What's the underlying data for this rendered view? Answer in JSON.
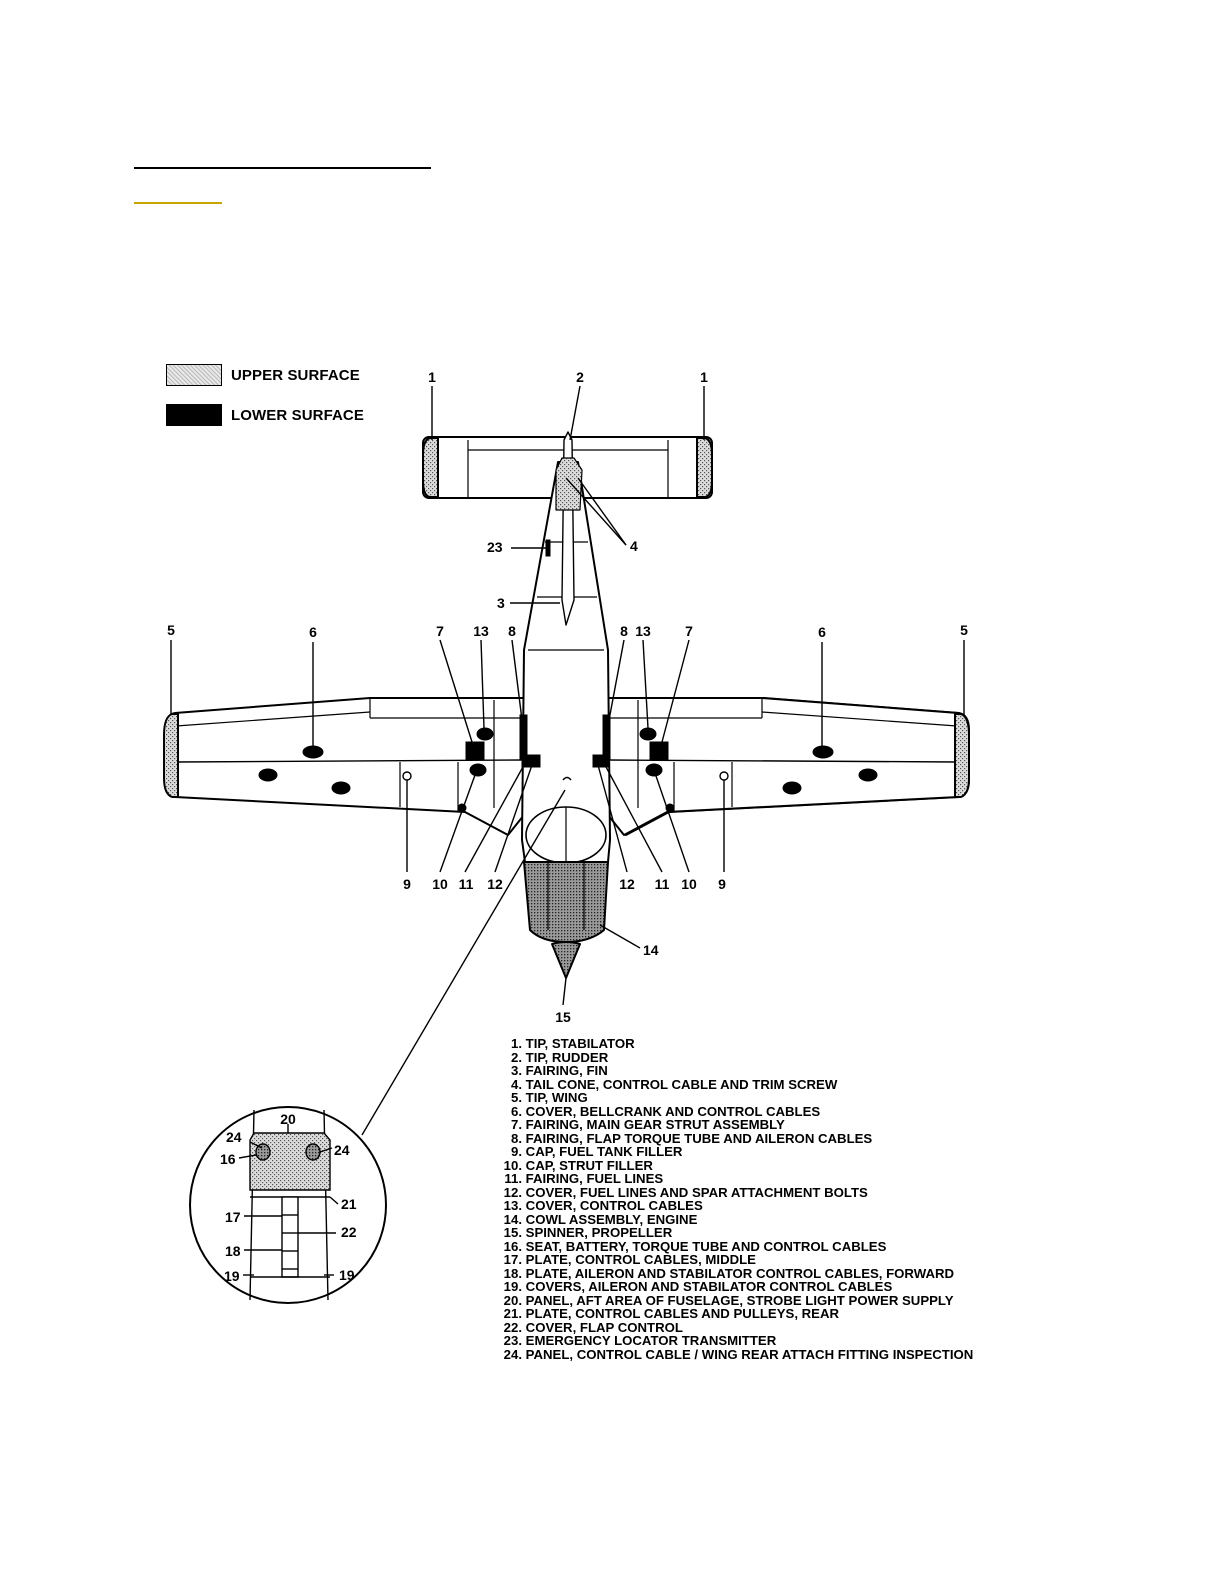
{
  "colors": {
    "ink": "#000000",
    "upper_surface_fill": "#d4d4d4",
    "rule_gold": "#c8a400"
  },
  "legend": {
    "upper_label": "UPPER SURFACE",
    "lower_label": "LOWER SURFACE"
  },
  "callouts": {
    "c1": "1",
    "c2": "2",
    "c3": "3",
    "c4": "4",
    "c5": "5",
    "c6": "6",
    "c7": "7",
    "c8": "8",
    "c9": "9",
    "c10": "10",
    "c11": "11",
    "c12": "12",
    "c13": "13",
    "c14": "14",
    "c15": "15",
    "c16": "16",
    "c17": "17",
    "c18": "18",
    "c19": "19",
    "c20": "20",
    "c21": "21",
    "c22": "22",
    "c23": "23",
    "c24": "24"
  },
  "parts": [
    {
      "num": "1.",
      "text": "TIP, STABILATOR"
    },
    {
      "num": "2.",
      "text": "TIP, RUDDER"
    },
    {
      "num": "3.",
      "text": "FAIRING, FIN"
    },
    {
      "num": "4.",
      "text": "TAIL CONE, CONTROL CABLE AND TRIM SCREW"
    },
    {
      "num": "5.",
      "text": "TIP, WING"
    },
    {
      "num": "6.",
      "text": "COVER, BELLCRANK AND CONTROL CABLES"
    },
    {
      "num": "7.",
      "text": "FAIRING, MAIN GEAR STRUT ASSEMBLY"
    },
    {
      "num": "8.",
      "text": "FAIRING, FLAP TORQUE TUBE AND AILERON CABLES"
    },
    {
      "num": "9.",
      "text": "CAP, FUEL TANK FILLER"
    },
    {
      "num": "10.",
      "text": "CAP, STRUT FILLER"
    },
    {
      "num": "11.",
      "text": "FAIRING, FUEL LINES"
    },
    {
      "num": "12.",
      "text": "COVER, FUEL LINES AND SPAR ATTACHMENT BOLTS"
    },
    {
      "num": "13.",
      "text": "COVER, CONTROL CABLES"
    },
    {
      "num": "14.",
      "text": "COWL ASSEMBLY, ENGINE"
    },
    {
      "num": "15.",
      "text": "SPINNER, PROPELLER"
    },
    {
      "num": "16.",
      "text": "SEAT, BATTERY, TORQUE TUBE AND CONTROL CABLES"
    },
    {
      "num": "17.",
      "text": "PLATE, CONTROL CABLES, MIDDLE"
    },
    {
      "num": "18.",
      "text": "PLATE, AILERON AND STABILATOR CONTROL CABLES, FORWARD"
    },
    {
      "num": "19.",
      "text": "COVERS, AILERON AND STABILATOR CONTROL CABLES"
    },
    {
      "num": "20.",
      "text": "PANEL, AFT AREA OF FUSELAGE, STROBE LIGHT POWER SUPPLY"
    },
    {
      "num": "21.",
      "text": "PLATE, CONTROL CABLES AND PULLEYS, REAR"
    },
    {
      "num": "22.",
      "text": "COVER, FLAP CONTROL"
    },
    {
      "num": "23.",
      "text": "EMERGENCY  LOCATOR TRANSMITTER"
    },
    {
      "num": "24.",
      "text": "PANEL, CONTROL CABLE / WING REAR ATTACH FITTING INSPECTION"
    }
  ]
}
